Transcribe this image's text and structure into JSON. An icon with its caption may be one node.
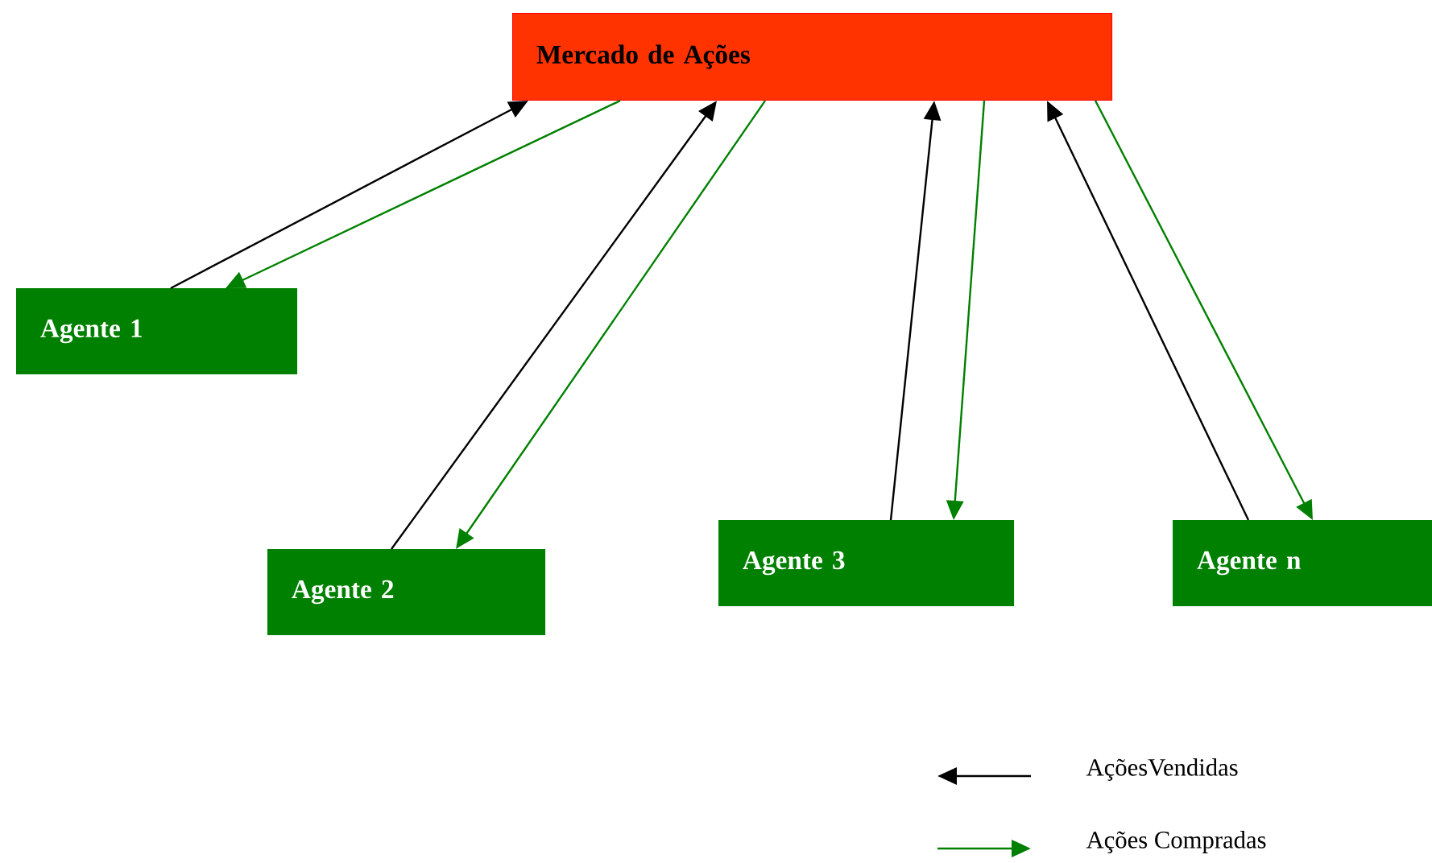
{
  "diagram": {
    "nodes": [
      {
        "text": [
          "Mercado de Ações"
        ]
      },
      {
        "text": [
          "Agente 1"
        ]
      },
      {
        "text": [
          "Agente 2"
        ]
      },
      {
        "text": [
          "Agente 3"
        ]
      },
      {
        "text": [
          "Agente n"
        ]
      }
    ],
    "edges": [
      {
        "from": 1,
        "to": 0,
        "arrow": "to",
        "color": "#000000"
      },
      {
        "from": 0,
        "to": 1,
        "arrow": "to",
        "color": "#008000"
      },
      {
        "from": 2,
        "to": 0,
        "arrow": "to",
        "color": "#000000"
      },
      {
        "from": 0,
        "to": 2,
        "arrow": "to",
        "color": "#008000"
      },
      {
        "from": 3,
        "to": 0,
        "arrow": "to",
        "color": "#000000"
      },
      {
        "from": 0,
        "to": 3,
        "arrow": "to",
        "color": "#008000"
      },
      {
        "from": 4,
        "to": 0,
        "arrow": "to",
        "color": "#000000"
      },
      {
        "from": 0,
        "to": 4,
        "arrow": "to",
        "color": "#008000"
      }
    ],
    "legend": [
      {
        "text": "AçõesVendidas"
      },
      {
        "text": "Ações Compradas"
      }
    ]
  }
}
